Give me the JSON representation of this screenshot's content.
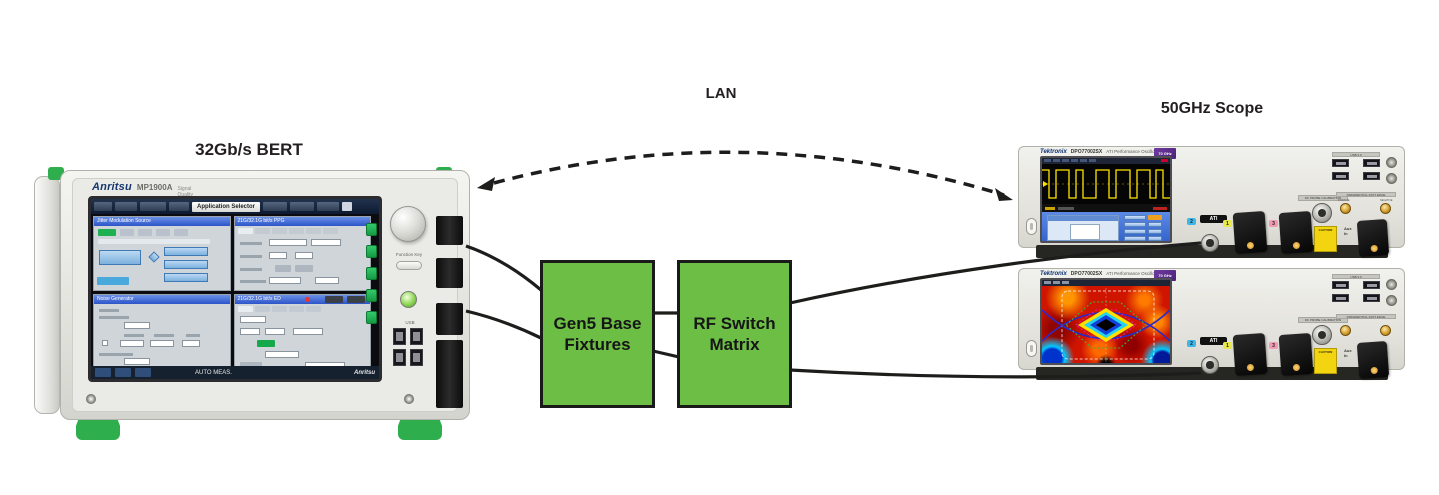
{
  "colors": {
    "box_green": "#6CBE45",
    "line_black": "#1d1d1b",
    "feet_green": "#2fae4e",
    "anritsu_navy": "#16386e",
    "tektronix_navy": "#0c3273",
    "badge_purple": "#5f2c8e"
  },
  "labels": {
    "bert_title": "32Gb/s BERT",
    "lan": "LAN",
    "scope_title": "50GHz Scope"
  },
  "fixtures_box": {
    "line1": "Gen5 Base",
    "line2": "Fixtures"
  },
  "switch_box": {
    "line1": "RF Switch",
    "line2": "Matrix"
  },
  "bert": {
    "brand": "Anritsu",
    "model": "MP1900A",
    "subtitle": "Signal Quality Analyzer-R",
    "toolbar": {
      "app_selector": "Application Selector"
    },
    "panels": [
      {
        "title": "Jitter Modulation Source"
      },
      {
        "title": "21G/32.1G bit/s PPG"
      },
      {
        "title": "Noise Generator"
      },
      {
        "title": "21G/32.1G bit/s ED"
      }
    ],
    "status_bar": {
      "left": "AUTO MEAS.",
      "brand": "Anritsu"
    },
    "controls": {
      "function_key": "Function Key",
      "usb": "USB"
    }
  },
  "scopes": {
    "units": [
      {
        "brand": "Tektronix",
        "model": "DPO77002SX",
        "title": "ATI Performance Oscilloscope",
        "badge": "70 GHz",
        "usb_label": "USB 3.0",
        "dc_cal_label": "DC PROBE CALIBRATION",
        "diff_label": "DIFFERENTIAL FAST EDGE",
        "positive": "POSITIVE",
        "negative": "NEGATIVE",
        "ati": "ATI",
        "aux_line1": "Aux",
        "aux_line2": "In",
        "caution": "CAUTION",
        "ch1": "1",
        "ch2": "2",
        "ch3": "3"
      },
      {
        "brand": "Tektronix",
        "model": "DPO77002SX",
        "title": "ATI Performance Oscilloscope",
        "badge": "70 GHz",
        "usb_label": "USB 3.0",
        "dc_cal_label": "DC PROBE CALIBRATION",
        "diff_label": "DIFFERENTIAL FAST EDGE",
        "positive": "POSITIVE",
        "negative": "NEGATIVE",
        "ati": "ATI",
        "aux_line1": "Aux",
        "aux_line2": "In",
        "caution": "CAUTION",
        "ch1": "1",
        "ch2": "2",
        "ch3": "3"
      }
    ]
  }
}
